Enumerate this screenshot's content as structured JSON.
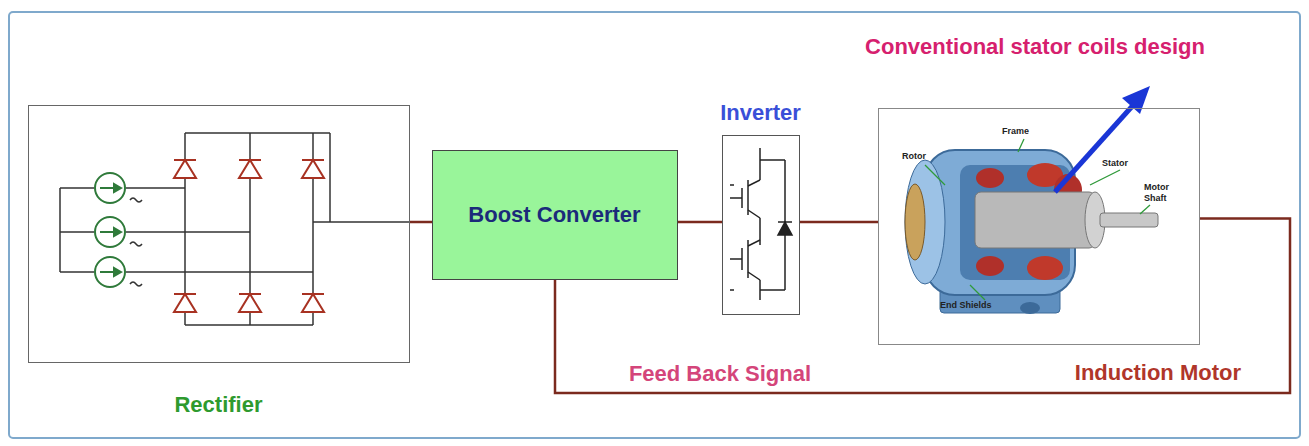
{
  "diagram": {
    "nodes": [
      {
        "text": [
          "Rectifier"
        ]
      },
      {
        "text": [
          "Boost Converter"
        ]
      },
      {
        "text": [
          "Inverter"
        ]
      },
      {
        "text": [
          "Induction Motor"
        ]
      }
    ],
    "edges": [
      {
        "from": 0,
        "to": 1,
        "arrow": "none"
      },
      {
        "from": 1,
        "to": 2,
        "arrow": "none"
      },
      {
        "from": 2,
        "to": 3,
        "arrow": "none"
      },
      {
        "from": 3,
        "to": 1,
        "arrow": "none",
        "label": "Feed Back Signal"
      }
    ],
    "labels": [
      "Conventional stator coils design",
      "Rotor",
      "Frame",
      "Stator",
      "Motor Shaft",
      "End Shields"
    ]
  }
}
